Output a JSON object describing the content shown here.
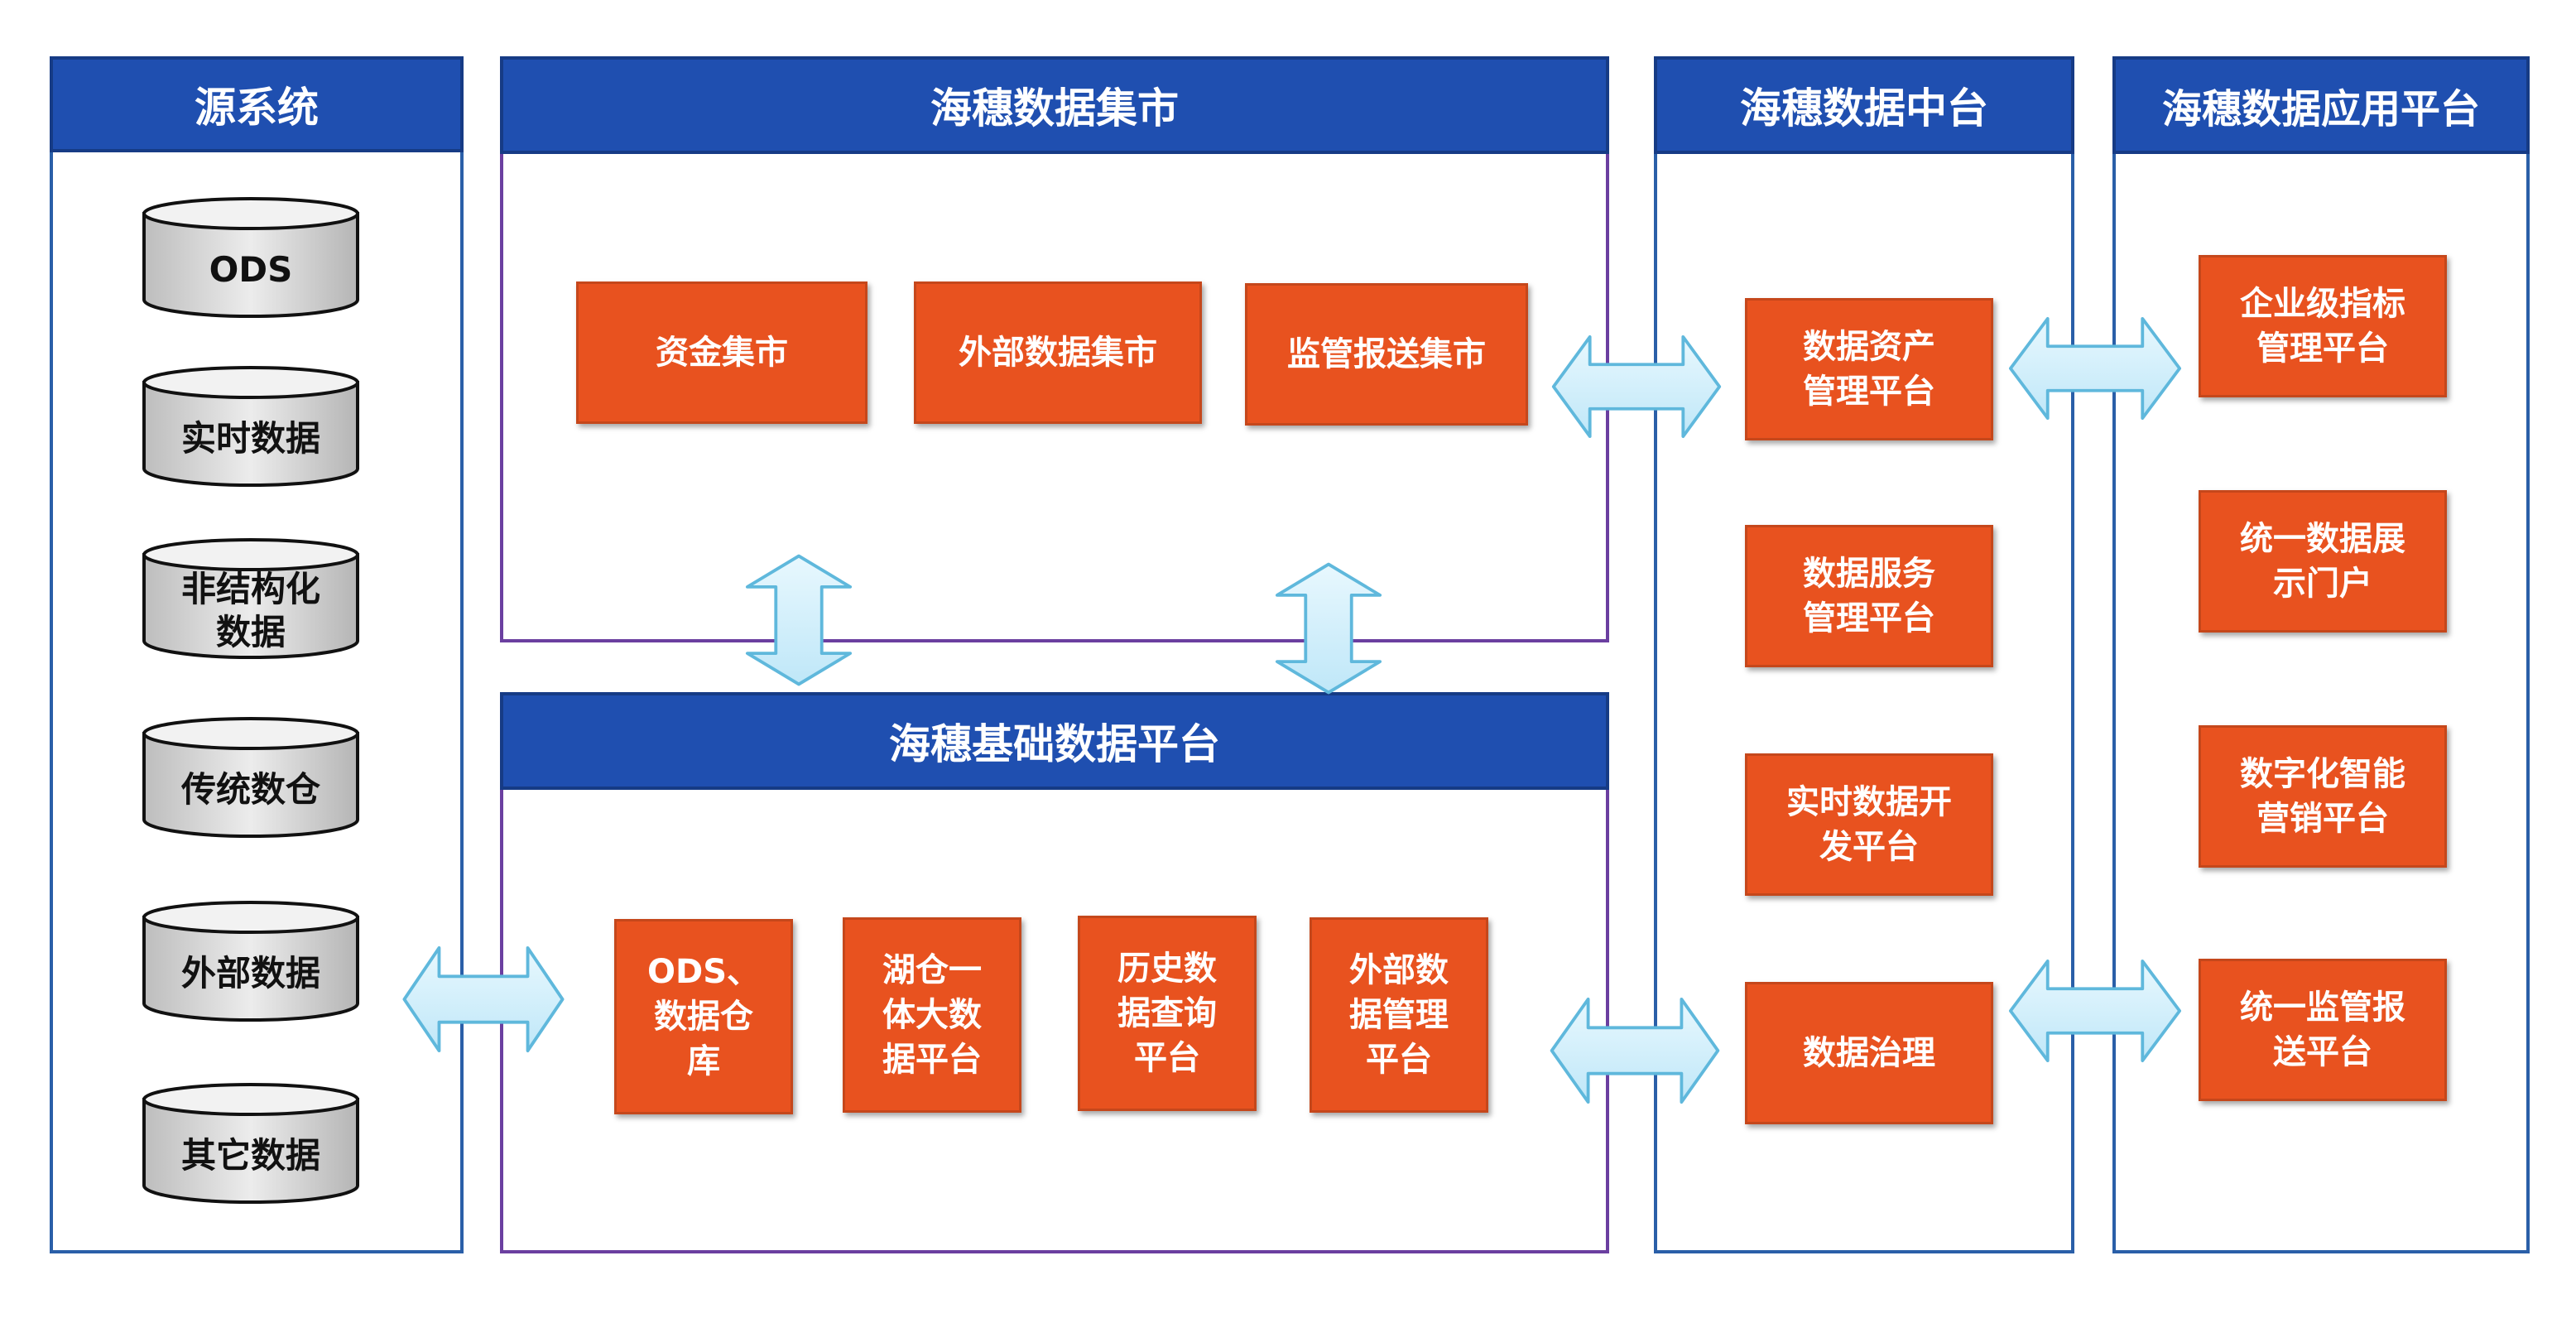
{
  "source": {
    "title": "源系统",
    "items": [
      "ODS",
      "实时数据",
      "非结构化\n数据",
      "传统数仓",
      "外部数据",
      "其它数据"
    ]
  },
  "mart": {
    "title": "海穗数据集市",
    "items": [
      "资金集市",
      "外部数据集市",
      "监管报送集市"
    ]
  },
  "base": {
    "title": "海穗基础数据平台",
    "items": [
      "ODS、\n数据仓\n库",
      "湖仓一\n体大数\n据平台",
      "历史数\n据查询\n平台",
      "外部数\n据管理\n平台"
    ]
  },
  "middle": {
    "title": "海穗数据中台",
    "items": [
      "数据资产\n管理平台",
      "数据服务\n管理平台",
      "实时数据开\n发平台",
      "数据治理"
    ]
  },
  "app": {
    "title": "海穗数据应用平台",
    "items": [
      "企业级指标\n管理平台",
      "统一数据展\n示门户",
      "数字化智能\n营销平台",
      "统一监管报\n送平台"
    ]
  },
  "colors": {
    "header": "#1f4fb0",
    "box": "#e8521f",
    "arrow_fill": "#cdeefa",
    "arrow_stroke": "#5fb8dc",
    "db_fill": "#d9d9d9"
  }
}
